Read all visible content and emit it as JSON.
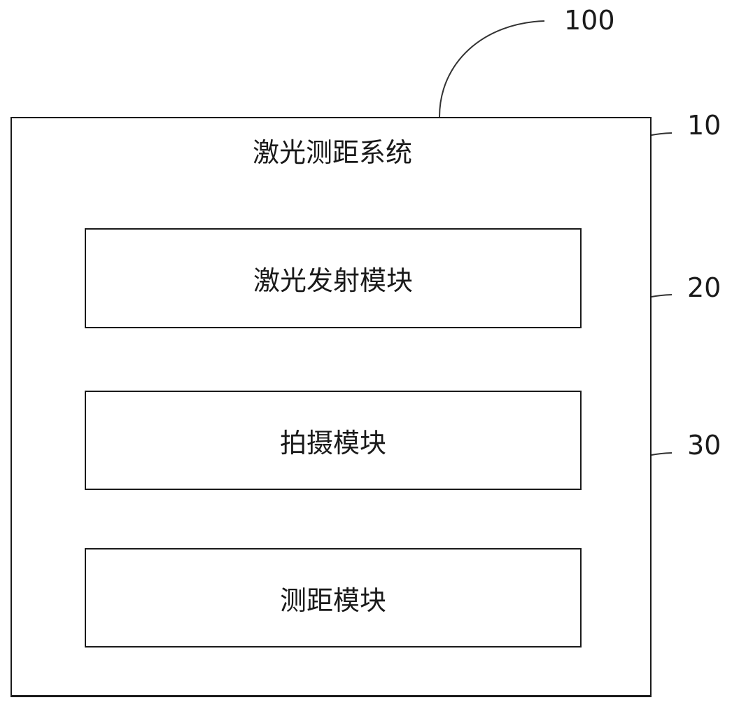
{
  "diagram": {
    "system": {
      "label": "激光测距系统",
      "ref": "100"
    },
    "modules": [
      {
        "label": "激光发射模块",
        "ref": "10"
      },
      {
        "label": "拍摄模块",
        "ref": "20"
      },
      {
        "label": "测距模块",
        "ref": "30"
      }
    ],
    "connections": [
      {
        "from": "10",
        "to": "20"
      },
      {
        "from": "20",
        "to": "30"
      }
    ]
  }
}
